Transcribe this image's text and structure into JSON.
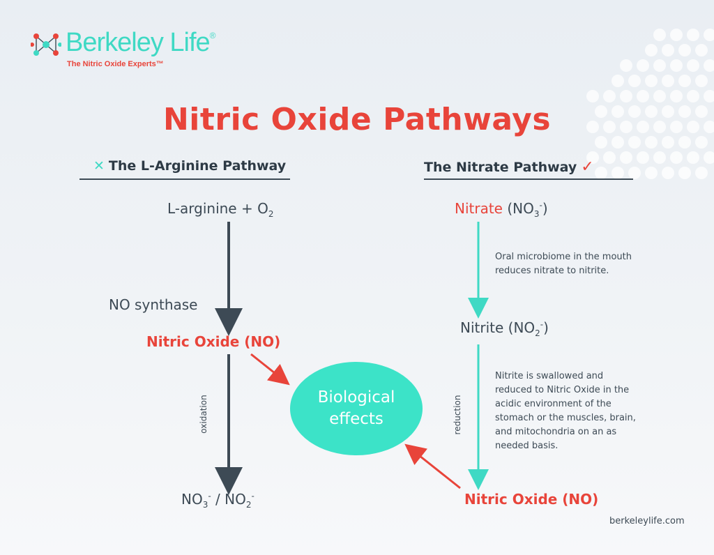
{
  "brand": {
    "name": "Berkeley Life",
    "registered": "®",
    "tagline": "The Nitric Oxide Experts™"
  },
  "title": "Nitric Oxide Pathways",
  "left_pathway": {
    "heading": "The L-Arginine Pathway",
    "mark": "✕",
    "start_main": "L-arginine + O",
    "start_sub": "2",
    "enzyme": "NO synthase",
    "product": "Nitric Oxide (NO)",
    "process": "oxidation",
    "end": {
      "a": "NO",
      "a_sub": "3",
      "a_sup": "-",
      "sep": "/",
      "b": "NO",
      "b_sub": "2",
      "b_sup": "-"
    }
  },
  "right_pathway": {
    "heading": "The Nitrate Pathway",
    "mark": "✓",
    "start": {
      "name": "Nitrate",
      "formula_open": " (NO",
      "sub": "3",
      "sup": "-",
      "close": ")"
    },
    "note1_line1": "Oral microbiome in the mouth",
    "note1_line2": "reduces nitrate to nitrite.",
    "middle": {
      "name": "Nitrite (NO",
      "sub": "2",
      "sup": "-",
      "close": ")"
    },
    "note2_lines": [
      "Nitrite is swallowed and",
      "reduced to Nitric Oxide in the",
      "acidic environment of the",
      "stomach or the muscles, brain,",
      "and mitochondria on an as",
      "needed basis."
    ],
    "process": "reduction",
    "product": "Nitric Oxide (NO)"
  },
  "center": {
    "line1": "Biological",
    "line2": "effects"
  },
  "footer": "berkeleylife.com",
  "colors": {
    "red": "#e8443a",
    "teal": "#3fd9c4",
    "dark": "#3d4a55"
  }
}
